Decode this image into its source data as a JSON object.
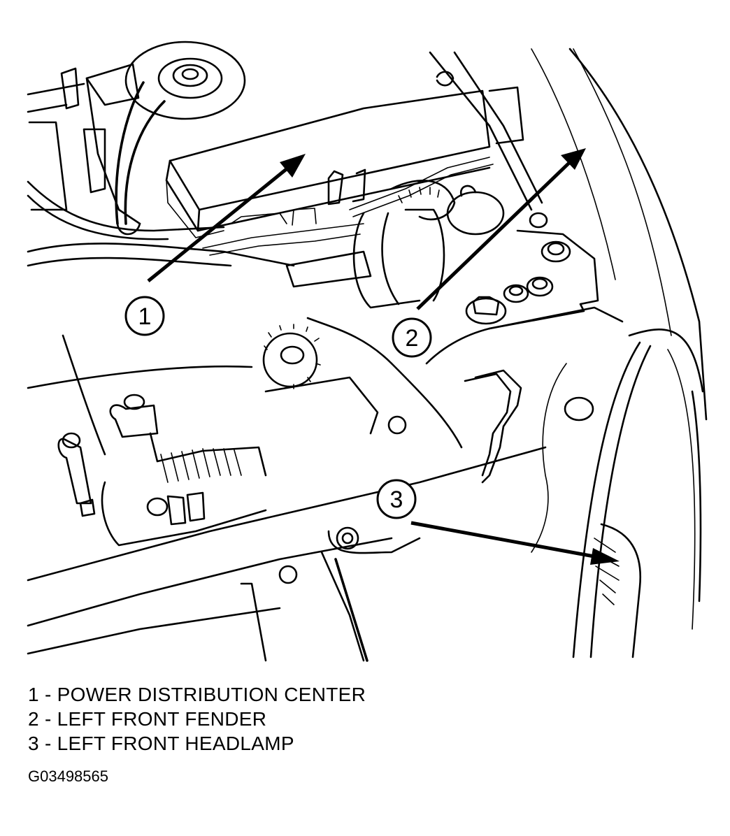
{
  "figure": {
    "title": "Power distribution center location",
    "figure_id": "G03498565"
  },
  "callouts": [
    {
      "number": "1",
      "label": "POWER DISTRIBUTION CENTER"
    },
    {
      "number": "2",
      "label": "LEFT FRONT FENDER"
    },
    {
      "number": "3",
      "label": "LEFT FRONT HEADLAMP"
    }
  ],
  "legend": {
    "separator": " - ",
    "items": [
      {
        "text": "1 - POWER DISTRIBUTION CENTER"
      },
      {
        "text": "2 - LEFT FRONT FENDER"
      },
      {
        "text": "3 - LEFT FRONT HEADLAMP"
      }
    ]
  },
  "colors": {
    "ink": "#000000",
    "paper": "#ffffff"
  }
}
